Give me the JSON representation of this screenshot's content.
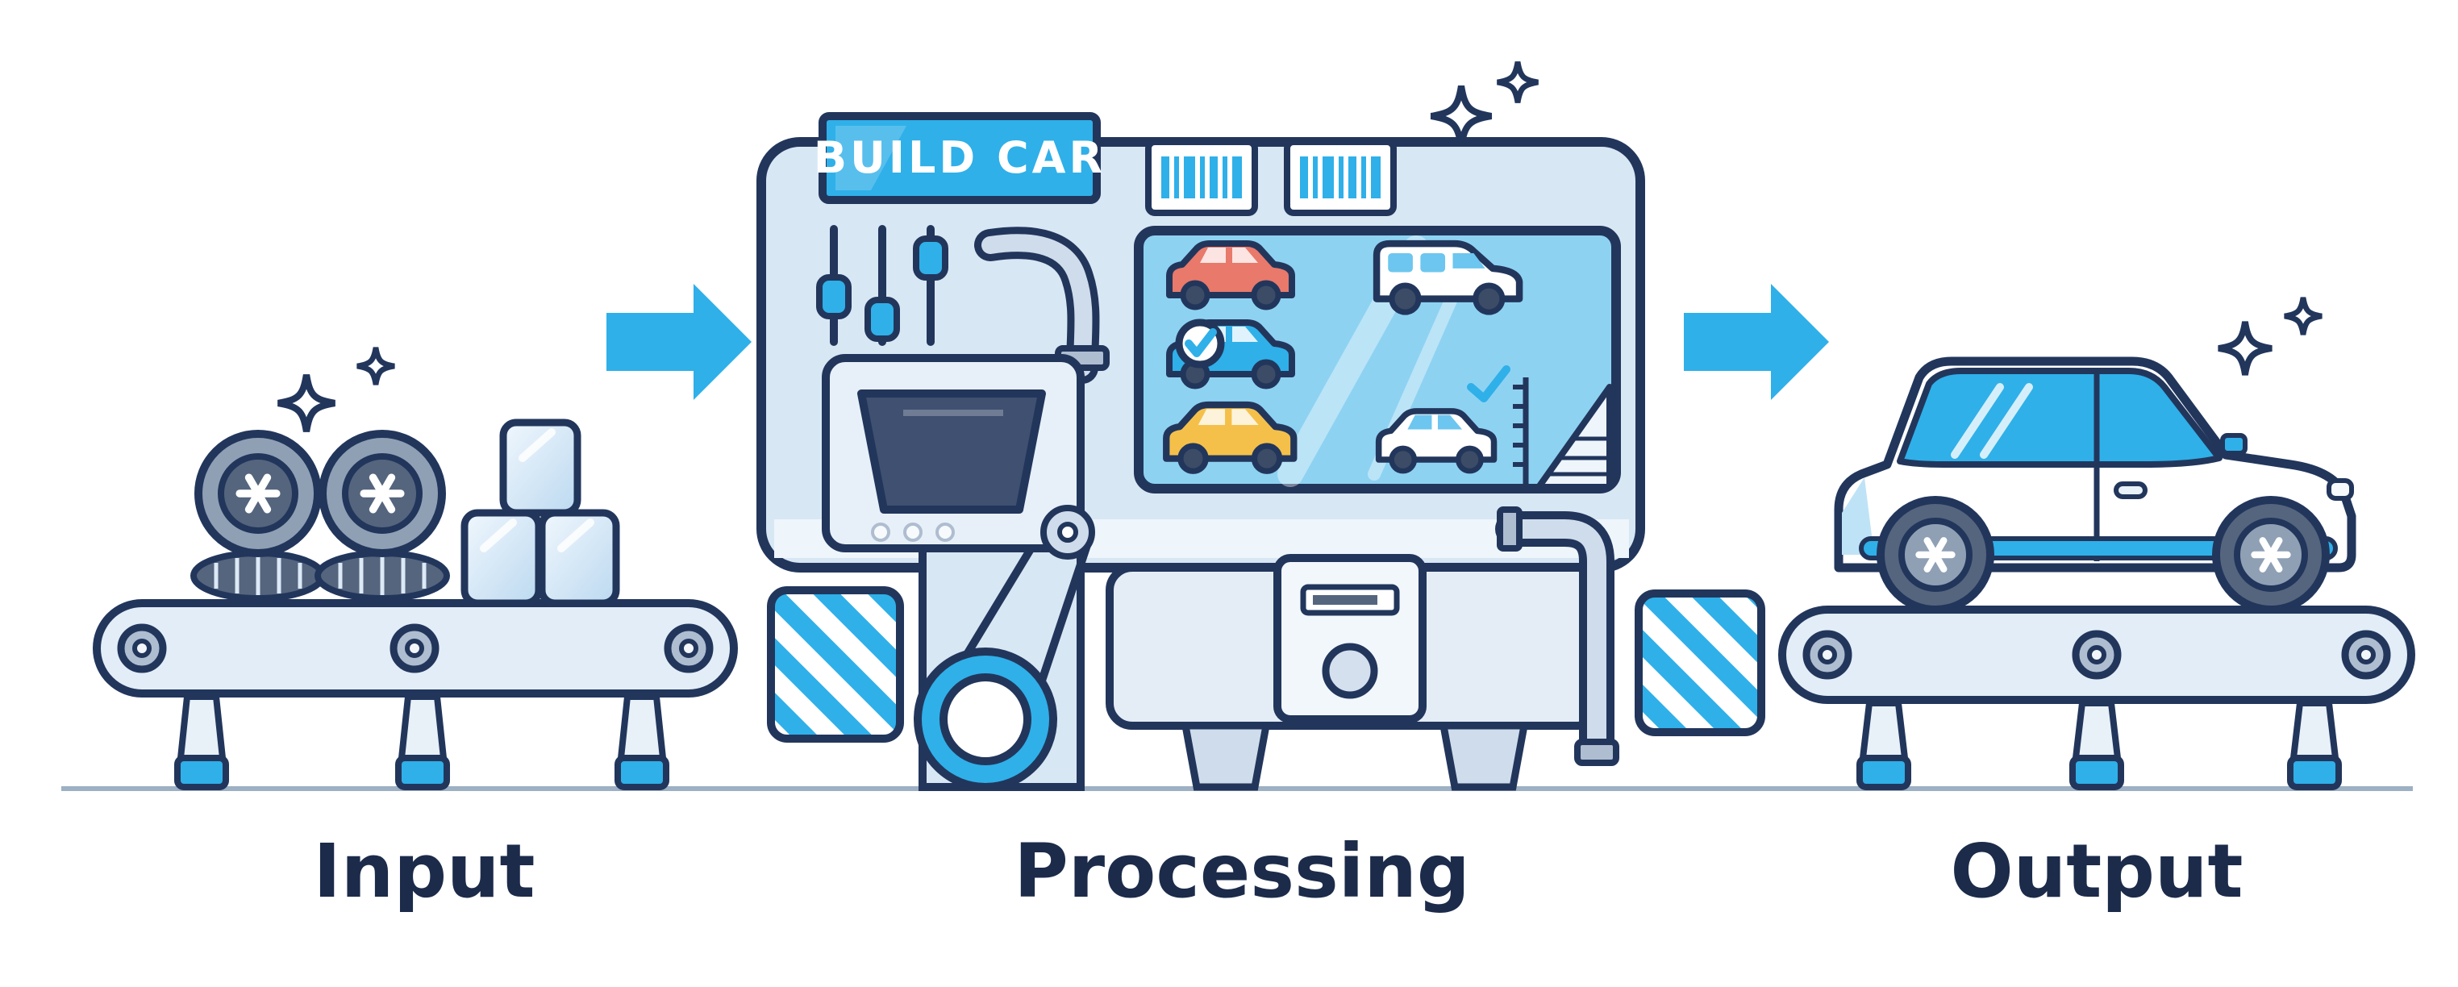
{
  "page": {
    "background": "#ffffff"
  },
  "diagram": {
    "type": "process-flow-illustration",
    "machine_sign": "BUILD CAR",
    "stages": [
      {
        "id": "input",
        "label": "Input"
      },
      {
        "id": "processing",
        "label": "Processing"
      },
      {
        "id": "output",
        "label": "Output"
      }
    ],
    "icons": [
      "tire-stack-icon",
      "box-icon",
      "conveyor-belt",
      "arrow-right-icon",
      "barcode-icon",
      "slider-controls-icon",
      "assembly-screen",
      "car-red-icon",
      "van-white-icon",
      "car-blue-icon",
      "car-yellow-icon",
      "car-white-icon",
      "check-badge-icon",
      "ruler-icon",
      "hazard-stripes",
      "pulley-wheel-icon",
      "control-box-icon",
      "pipe-icon",
      "finished-car",
      "sparkle-icon"
    ],
    "colors": {
      "outline": "#22365c",
      "accent_blue": "#2fb0e9",
      "screen_blue": "#8ed2f2",
      "panel_light": "#d8e7f4",
      "panel_lighter": "#edf4fb",
      "steel_gray": "#8fa0b5",
      "steel_dark": "#55657e",
      "car_red": "#e8796b",
      "car_yellow": "#f5c04a",
      "white": "#ffffff"
    }
  }
}
